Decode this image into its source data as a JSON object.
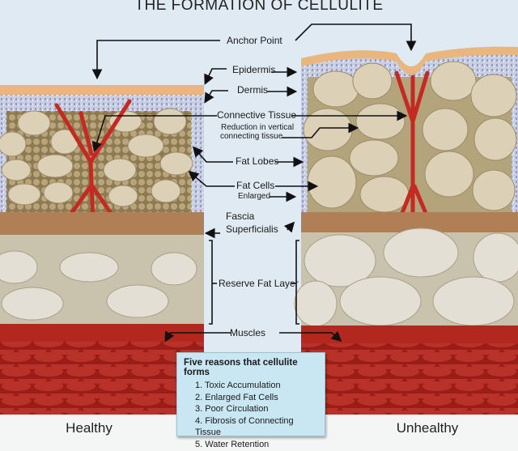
{
  "title": "THE FORMATION OF CELLULITE",
  "labels": {
    "anchor_point": "Anchor Point",
    "epidermis": "Epidermis",
    "dermis": "Dermis",
    "connective_tissue": "Connective Tissue",
    "reduction_line1": "Reduction in vertical",
    "reduction_line2": "connecting tissue",
    "fat_lobes": "Fat Lobes",
    "fat_cells": "Fat Cells",
    "enlarged": "Enlarged",
    "fascia_line1": "Fascia",
    "fascia_line2": "Superficialis",
    "reserve_fat": "Reserve Fat Layer",
    "muscles": "Muscles"
  },
  "panels": {
    "healthy": "Healthy",
    "unhealthy": "Unhealthy"
  },
  "reasons": {
    "heading": "Five reasons that cellulite forms",
    "items": [
      "1. Toxic Accumulation",
      "2. Enlarged Fat Cells",
      "3. Poor Circulation",
      "4. Fibrosis of Connecting Tissue",
      "5. Water Retention"
    ]
  },
  "colors": {
    "epidermis": "#e9b77e",
    "fat": "#d9cdb4",
    "muscle": "#a8231b",
    "background": "#dfeaf2"
  }
}
